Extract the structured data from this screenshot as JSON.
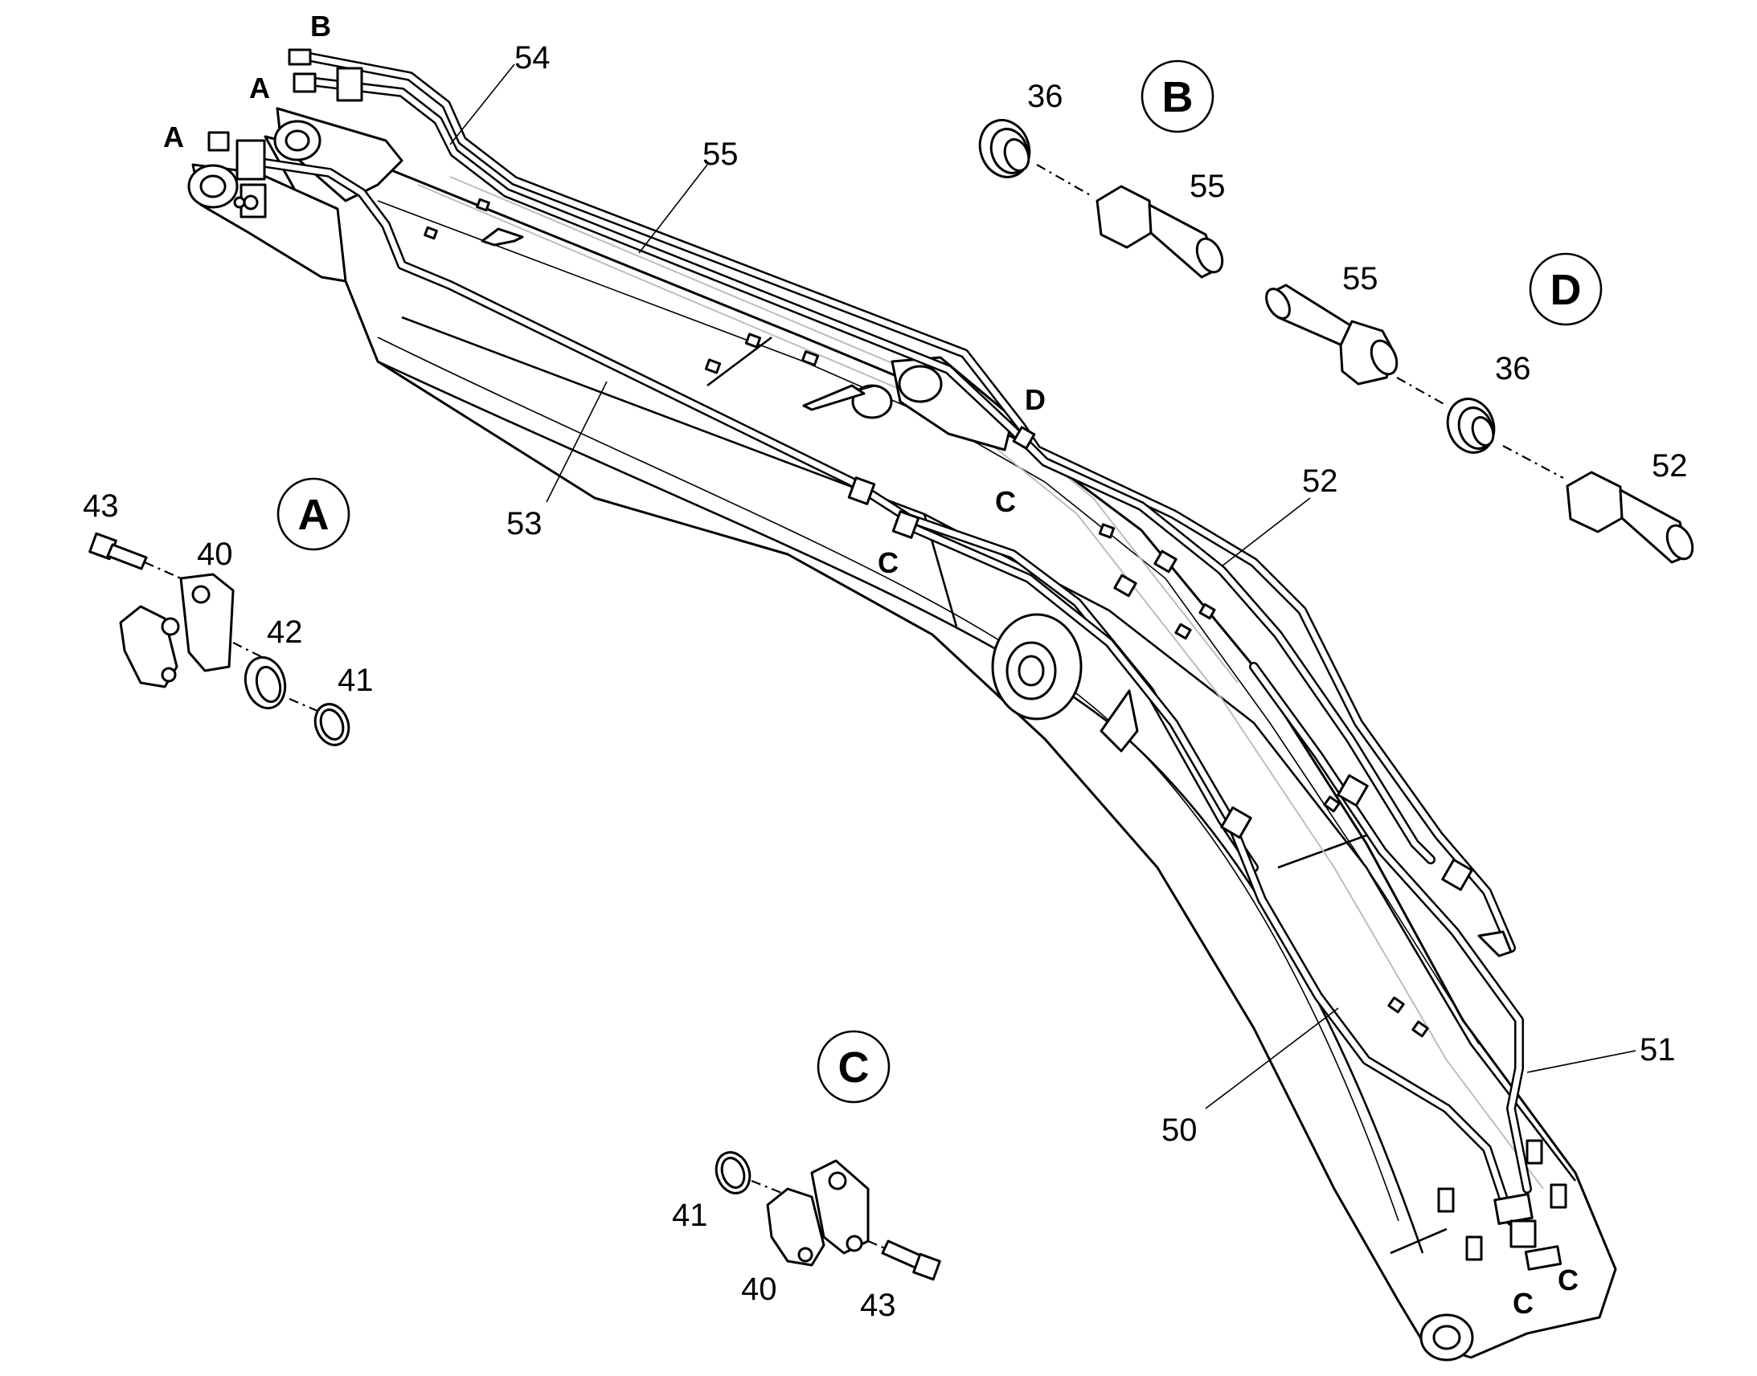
{
  "parts": {
    "p36": "36",
    "p40": "40",
    "p41": "41",
    "p42": "42",
    "p43": "43",
    "p50": "50",
    "p51": "51",
    "p52": "52",
    "p53": "53",
    "p54": "54",
    "p55": "55"
  },
  "details": {
    "A": "A",
    "B": "B",
    "C": "C",
    "D": "D"
  }
}
